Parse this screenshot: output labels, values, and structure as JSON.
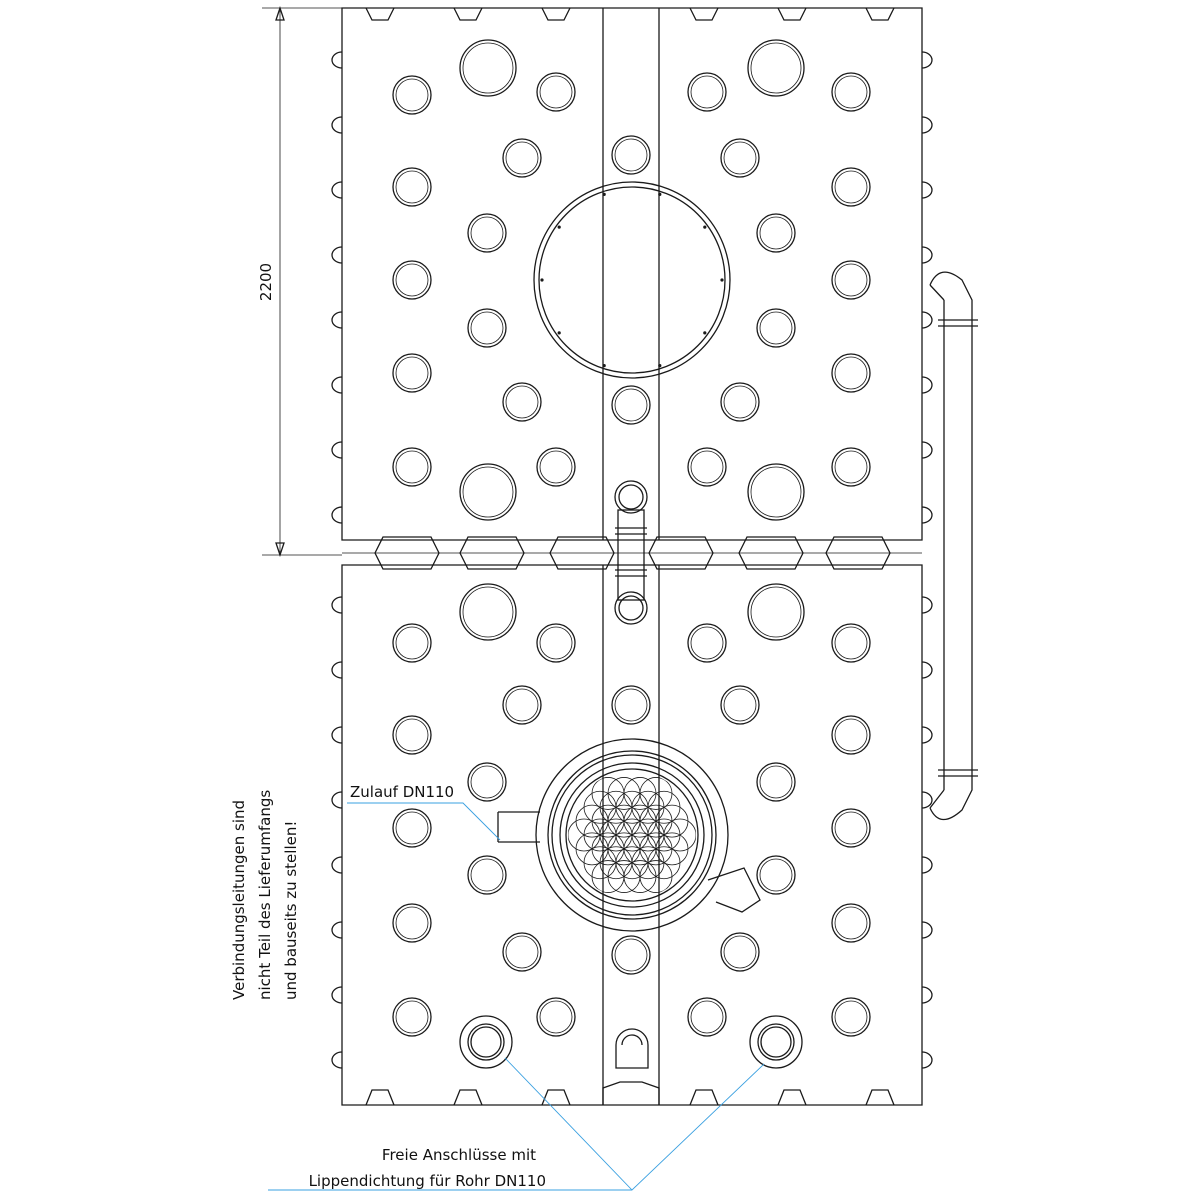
{
  "dimension": {
    "value": "2200"
  },
  "labels": {
    "inlet": "Zulauf DN110",
    "note_line1": "Verbindungsleitungen sind",
    "note_line2": "nicht Teil des Lieferumfangs",
    "note_line3": "und bauseits zu stellen!",
    "free_line1": "Freie Anschlüsse mit",
    "free_line2": "Lippendichtung für Rohr DN110"
  },
  "colors": {
    "line": "#1a1a1a",
    "leader": "#3aa0e0",
    "background": "#ffffff"
  }
}
